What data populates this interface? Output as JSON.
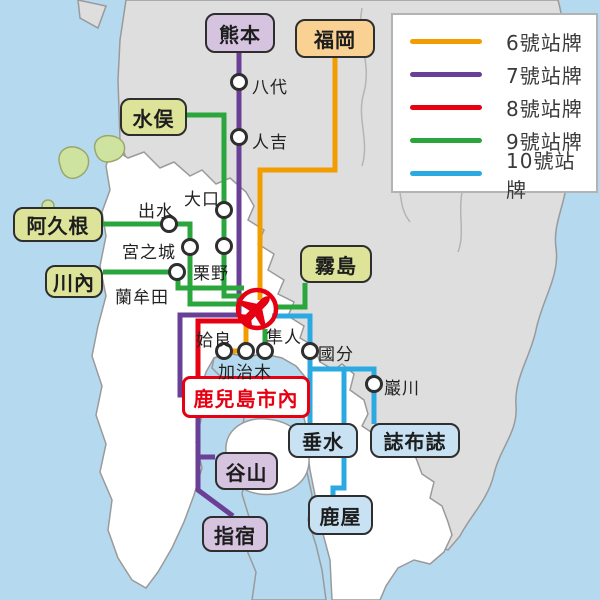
{
  "legend": {
    "items": [
      {
        "label": "6號站牌",
        "color": "#f39c00"
      },
      {
        "label": "7號站牌",
        "color": "#6a4096"
      },
      {
        "label": "8號站牌",
        "color": "#e60012"
      },
      {
        "label": "9號站牌",
        "color": "#2aa63c"
      },
      {
        "label": "10號站牌",
        "color": "#2ba9e1"
      }
    ]
  },
  "map": {
    "airport": {
      "icon": "airplane-circle-icon",
      "color": "#e60012"
    },
    "terminus_boxes": [
      {
        "label": "熊本",
        "style": "purple"
      },
      {
        "label": "福岡",
        "style": "orange"
      },
      {
        "label": "水俣",
        "style": "green"
      },
      {
        "label": "阿久根",
        "style": "green"
      },
      {
        "label": "川內",
        "style": "green"
      },
      {
        "label": "霧島",
        "style": "green"
      },
      {
        "label": "鹿兒島市內",
        "style": "red-outline"
      },
      {
        "label": "谷山",
        "style": "purple"
      },
      {
        "label": "指宿",
        "style": "purple"
      },
      {
        "label": "垂水",
        "style": "blue"
      },
      {
        "label": "誌布誌",
        "style": "blue"
      },
      {
        "label": "鹿屋",
        "style": "blue"
      }
    ],
    "station_labels": [
      "八代",
      "人吉",
      "出水",
      "大口",
      "宮之城",
      "栗野",
      "蘭牟田",
      "姶良",
      "加治木",
      "隼人",
      "國分",
      "巖川"
    ],
    "box_colors": {
      "purple": "#d5c3e0",
      "orange": "#f8d193",
      "green": "#dde49a",
      "blue": "#c8e2f4",
      "red_outline": "#e60012"
    },
    "terrain_colors": {
      "sea": "#b5d9ef",
      "mainland": "#dedede",
      "kagoshima": "#ffffff",
      "islands": "#cfe3a1"
    }
  }
}
